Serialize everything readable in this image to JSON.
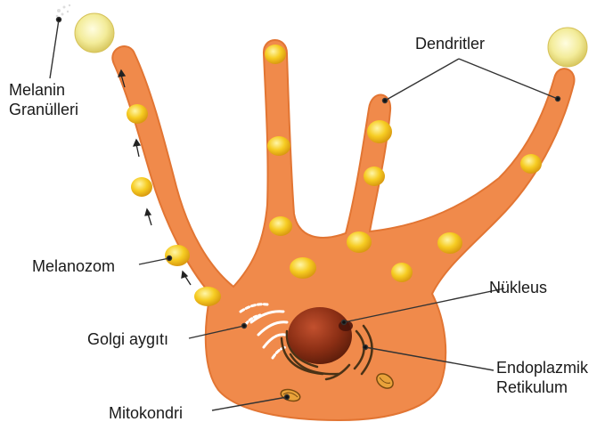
{
  "labels": {
    "melanin_line1": "Melanin",
    "melanin_line2": "Granülleri",
    "dendritler": "Dendritler",
    "melanozom": "Melanozom",
    "nukleus": "Nükleus",
    "golgi": "Golgi aygıtı",
    "er_line1": "Endoplazmik",
    "er_line2": "Retikulum",
    "mitokondri": "Mitokondri"
  },
  "colors": {
    "cell_fill": "#f08a4b",
    "cell_stroke": "#e07230",
    "granule_fill": "#f5c518",
    "granule_highlight": "#fff2a0",
    "melanin_ball": "#f4ee9a",
    "nucleus_dark": "#6b2410",
    "nucleus_light": "#b5462a",
    "er_color": "#5a3a1a",
    "label_line": "#333333"
  }
}
